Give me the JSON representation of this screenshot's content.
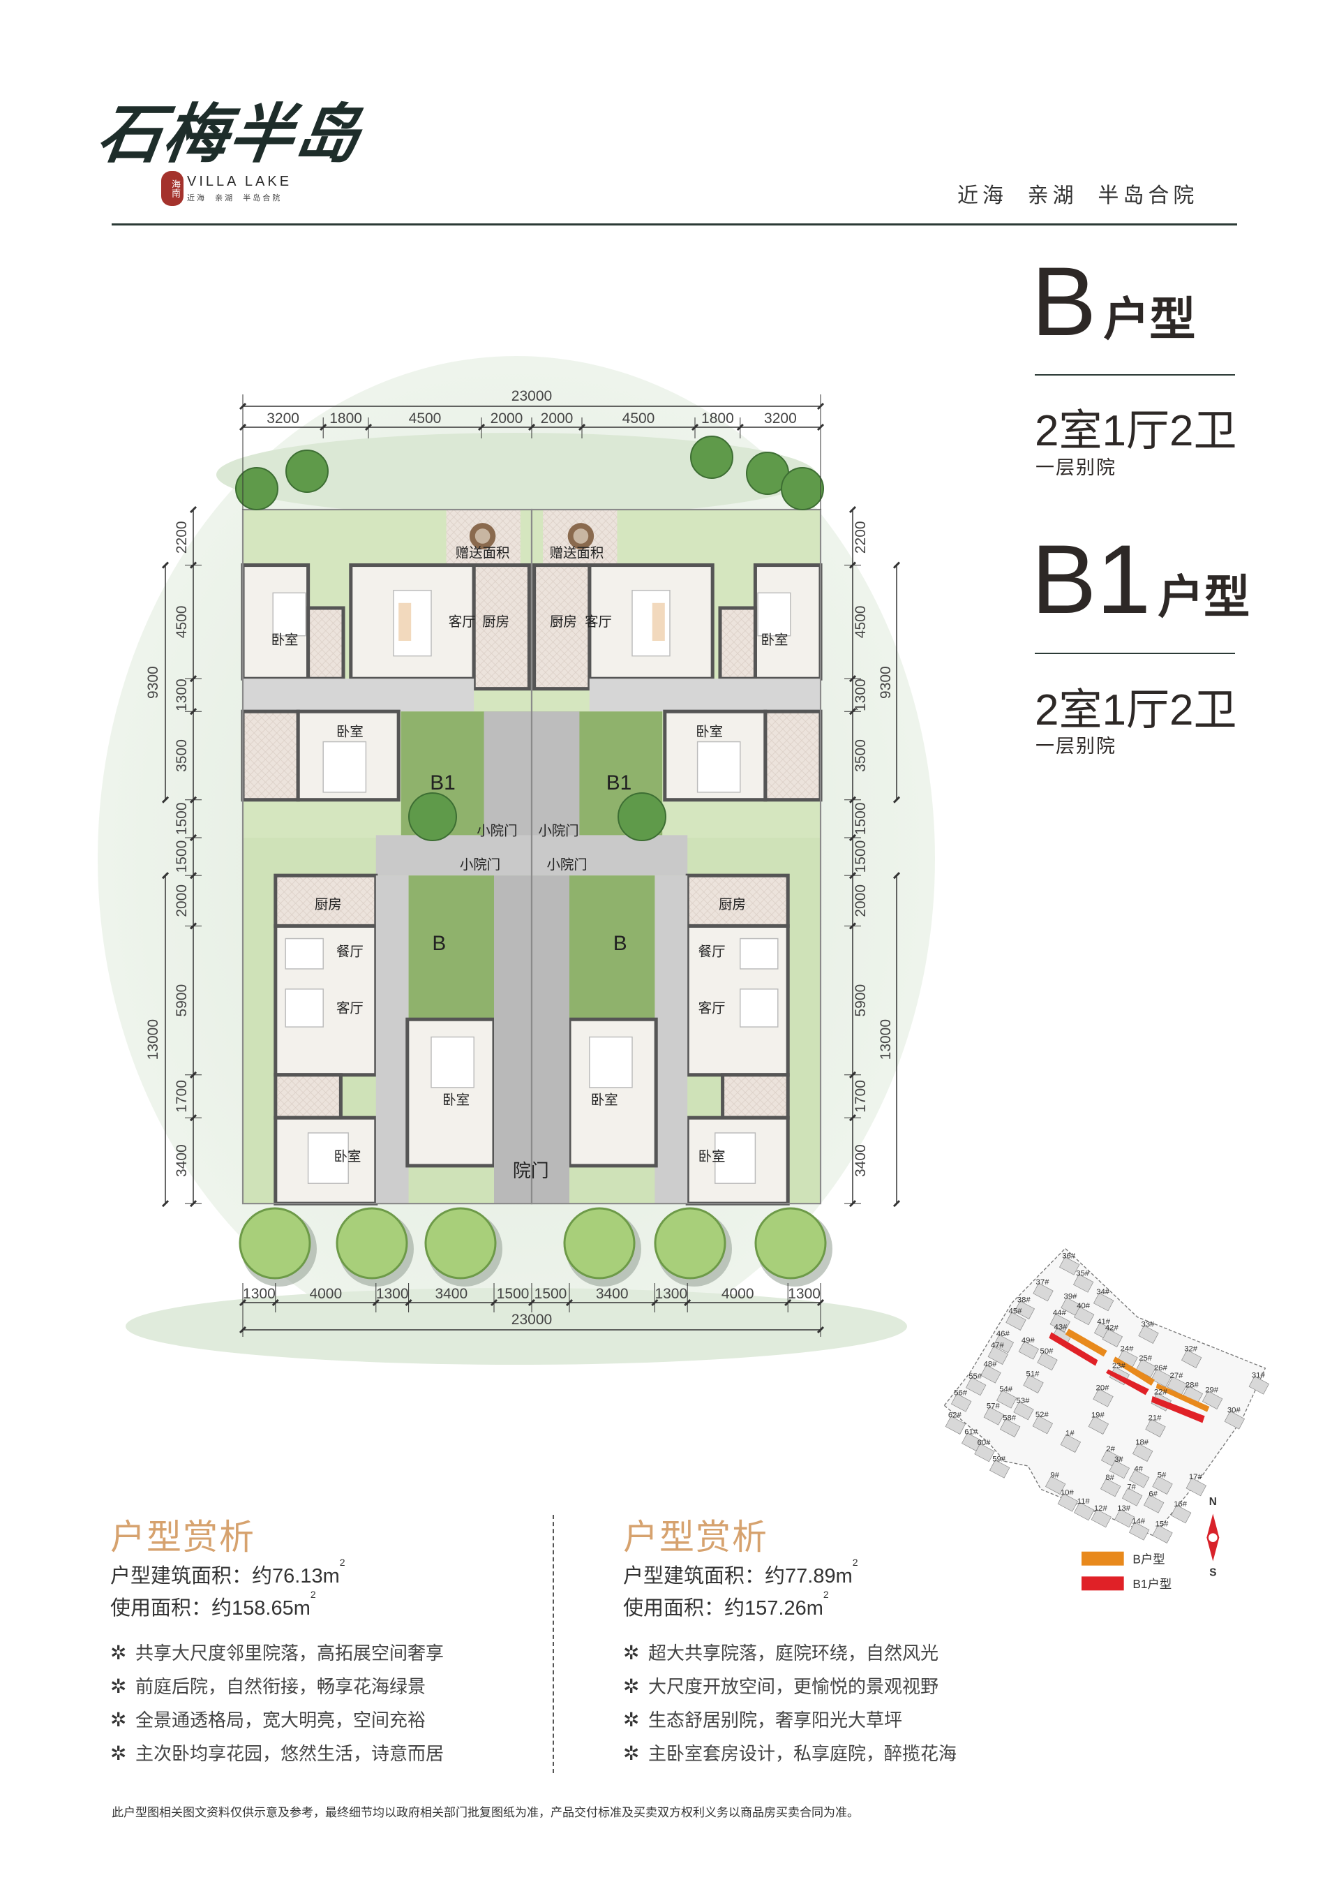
{
  "header": {
    "logo_text": "石梅半岛",
    "seal_text": "海南",
    "logo_en": "VILLA LAKE",
    "logo_sub": "近海  亲湖  半岛合院",
    "tagline": "近海  亲湖  半岛合院"
  },
  "types": [
    {
      "code": "B",
      "suffix": "户型",
      "rooms": "2室1厅2卫",
      "desc": "一层别院"
    },
    {
      "code": "B1",
      "suffix": "户型",
      "rooms": "2室1厅2卫",
      "desc": "一层别院"
    }
  ],
  "plan": {
    "dims": {
      "top_total": "23000",
      "top": [
        "3200",
        "1800",
        "4500",
        "2000",
        "2000",
        "4500",
        "1800",
        "3200"
      ],
      "bottom": [
        "1300",
        "4000",
        "1300",
        "3400",
        "1500",
        "1500",
        "3400",
        "1300",
        "4000",
        "1300"
      ],
      "bottom_total": "23000",
      "side": [
        "2200",
        "4500",
        "1300",
        "3500",
        "1500",
        "1500",
        "2000",
        "5900",
        "1700",
        "3400"
      ],
      "side_totals": [
        "9300",
        "13000"
      ]
    },
    "labels": [
      "赠送面积",
      "赠送面积",
      "卧室",
      "客厅",
      "厨房",
      "厨房",
      "客厅",
      "卧室",
      "卧室",
      "卧室",
      "B1",
      "B1",
      "小院门",
      "小院门",
      "小院门",
      "小院门",
      "厨房",
      "厨房",
      "餐厅",
      "餐厅",
      "客厅",
      "客厅",
      "B",
      "B",
      "卧室",
      "卧室",
      "卧室",
      "卧室",
      "院门"
    ]
  },
  "site_map": {
    "lots": [
      "36#",
      "35#",
      "37#",
      "34#",
      "39#",
      "38#",
      "40#",
      "45#",
      "44#",
      "41#",
      "33#",
      "42#",
      "43#",
      "46#",
      "49#",
      "47#",
      "24#",
      "32#",
      "50#",
      "25#",
      "48#",
      "23#",
      "26#",
      "27#",
      "55#",
      "31#",
      "51#",
      "28#",
      "54#",
      "20#",
      "29#",
      "22#",
      "56#",
      "53#",
      "57#",
      "30#",
      "52#",
      "19#",
      "62#",
      "58#",
      "21#",
      "1#",
      "61#",
      "60#",
      "18#",
      "2#",
      "59#",
      "3#",
      "4#",
      "9#",
      "5#",
      "17#",
      "8#",
      "7#",
      "10#",
      "6#",
      "11#",
      "16#",
      "12#",
      "13#",
      "14#",
      "15#"
    ],
    "legend": [
      {
        "label": "B户型",
        "color": "#e8891c"
      },
      {
        "label": "B1户型",
        "color": "#e02127"
      }
    ],
    "compass": {
      "n": "N",
      "s": "S",
      "color": "#d8222a"
    }
  },
  "analysis": [
    {
      "title": "户型赏析",
      "building_area": "户型建筑面积：约76.13m",
      "use_area": "使用面积：约158.65m",
      "sup": "2",
      "features": [
        "共享大尺度邻里院落，高拓展空间奢享",
        "前庭后院，自然衔接，畅享花海绿景",
        "全景通透格局，宽大明亮，空间充裕",
        "主次卧均享花园，悠然生活，诗意而居"
      ]
    },
    {
      "title": "户型赏析",
      "building_area": "户型建筑面积：约77.89m",
      "use_area": "使用面积：约157.26m",
      "sup": "2",
      "features": [
        "超大共享院落，庭院环绕，自然风光",
        "大尺度开放空间，更愉悦的景观视野",
        "生态舒居别院，奢享阳光大草坪",
        "主卧室套房设计，私享庭院，醉揽花海"
      ]
    }
  ],
  "bullet_symbol": "✲",
  "colors": {
    "heading": "#d6a26e",
    "rule": "#2b3a36",
    "b_type": "#e8891c",
    "b1_type": "#e02127"
  },
  "disclaimer": "此户型图相关图文资料仅供示意及参考，最终细节均以政府相关部门批复图纸为准，产品交付标准及买卖双方权利义务以商品房买卖合同为准。"
}
